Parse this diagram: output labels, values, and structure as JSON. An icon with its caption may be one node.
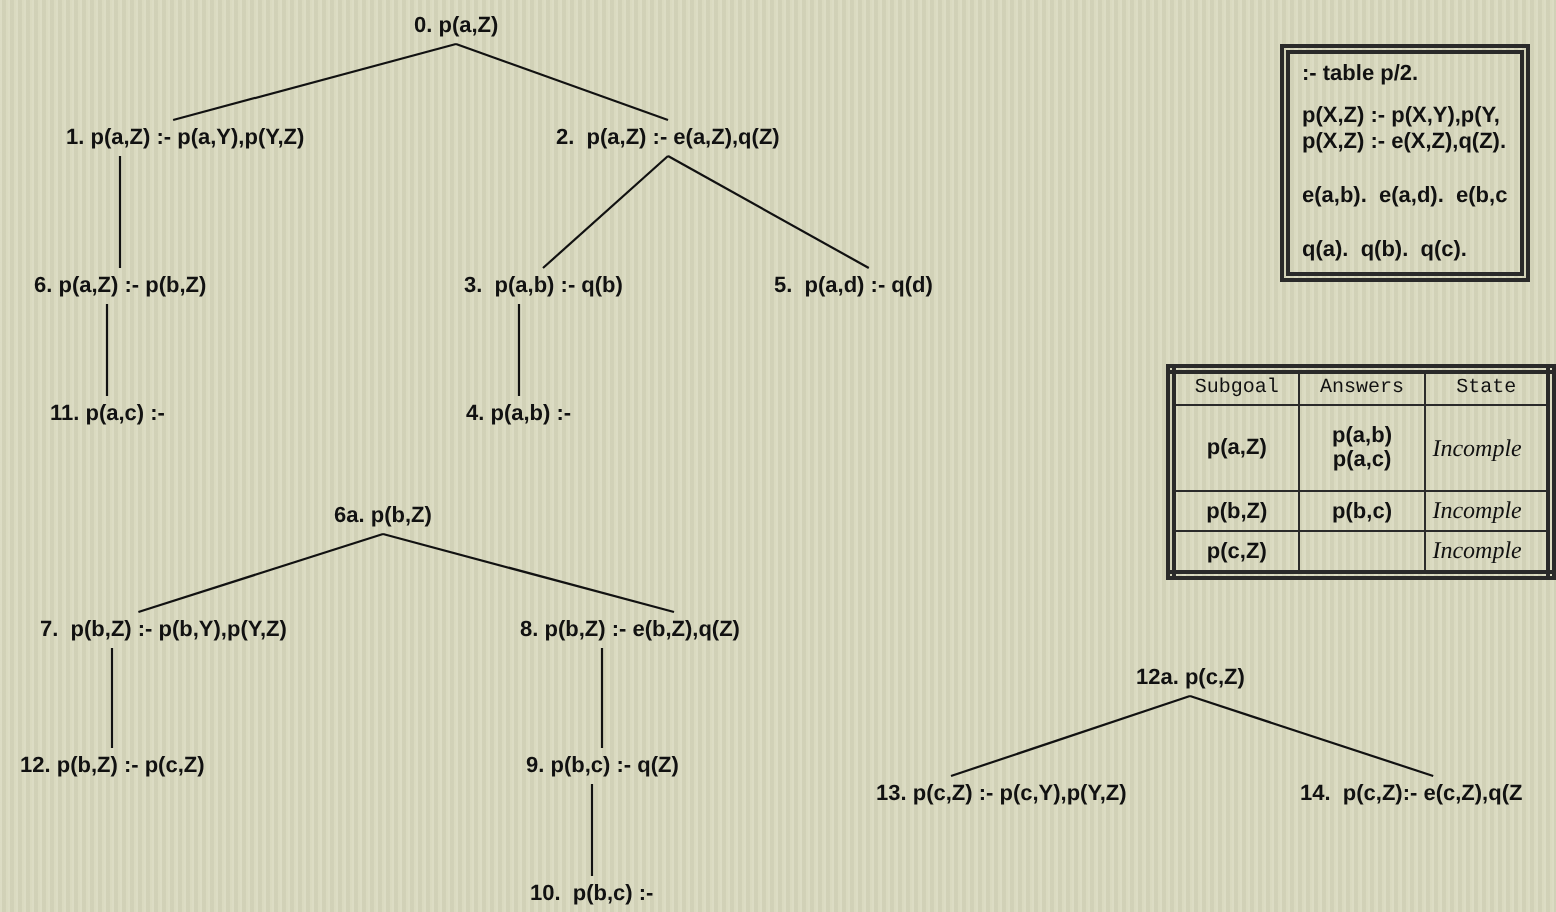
{
  "diagram": {
    "nodes": [
      {
        "text": [
          "0. p(a,Z)"
        ]
      },
      {
        "text": [
          "1. p(a,Z) :- p(a,Y),p(Y,Z)"
        ]
      },
      {
        "text": [
          "2.  p(a,Z) :- e(a,Z),q(Z)"
        ]
      },
      {
        "text": [
          "6. p(a,Z) :- p(b,Z)"
        ]
      },
      {
        "text": [
          "3.  p(a,b) :- q(b)"
        ]
      },
      {
        "text": [
          "5.  p(a,d) :- q(d)"
        ]
      },
      {
        "text": [
          "11. p(a,c) :-"
        ]
      },
      {
        "text": [
          "4. p(a,b) :-"
        ]
      },
      {
        "text": [
          "6a. p(b,Z)"
        ]
      },
      {
        "text": [
          "7.  p(b,Z) :- p(b,Y),p(Y,Z)"
        ]
      },
      {
        "text": [
          "8. p(b,Z) :- e(b,Z),q(Z)"
        ]
      },
      {
        "text": [
          "12. p(b,Z) :- p(c,Z)"
        ]
      },
      {
        "text": [
          "9. p(b,c) :- q(Z)"
        ]
      },
      {
        "text": [
          "12a. p(c,Z)"
        ]
      },
      {
        "text": [
          "13. p(c,Z) :- p(c,Y),p(Y,Z)"
        ]
      },
      {
        "text": [
          "14.  p(c,Z):- e(c,Z),q(Z"
        ]
      },
      {
        "text": [
          "10.  p(b,c) :-"
        ]
      },
      {
        "text": [
          ":- table p/2.",
          "p(X,Z) :- p(X,Y),p(Y,",
          "p(X,Z) :- e(X,Z),q(Z).",
          "e(a,b).  e(a,d).  e(b,c",
          "q(a).  q(b).  q(c)."
        ]
      }
    ],
    "edges": [
      {
        "from": 0,
        "to": 1,
        "arrow": "none"
      },
      {
        "from": 0,
        "to": 2,
        "arrow": "none"
      },
      {
        "from": 1,
        "to": 3,
        "arrow": "none"
      },
      {
        "from": 2,
        "to": 4,
        "arrow": "none"
      },
      {
        "from": 2,
        "to": 5,
        "arrow": "none"
      },
      {
        "from": 3,
        "to": 6,
        "arrow": "none"
      },
      {
        "from": 4,
        "to": 7,
        "arrow": "none"
      },
      {
        "from": 8,
        "to": 9,
        "arrow": "none"
      },
      {
        "from": 8,
        "to": 10,
        "arrow": "none"
      },
      {
        "from": 9,
        "to": 11,
        "arrow": "none"
      },
      {
        "from": 10,
        "to": 12,
        "arrow": "none"
      },
      {
        "from": 12,
        "to": 16,
        "arrow": "none"
      },
      {
        "from": 13,
        "to": 14,
        "arrow": "none"
      },
      {
        "from": 13,
        "to": 15,
        "arrow": "none"
      }
    ],
    "labels": [
      "Subgoal",
      "Answers",
      "State",
      "p(a,Z)",
      "p(a,b) p(a,c)",
      "Incomple",
      "p(b,Z)",
      "p(b,c)",
      "Incomple",
      "p(c,Z)",
      "Incomple"
    ]
  }
}
